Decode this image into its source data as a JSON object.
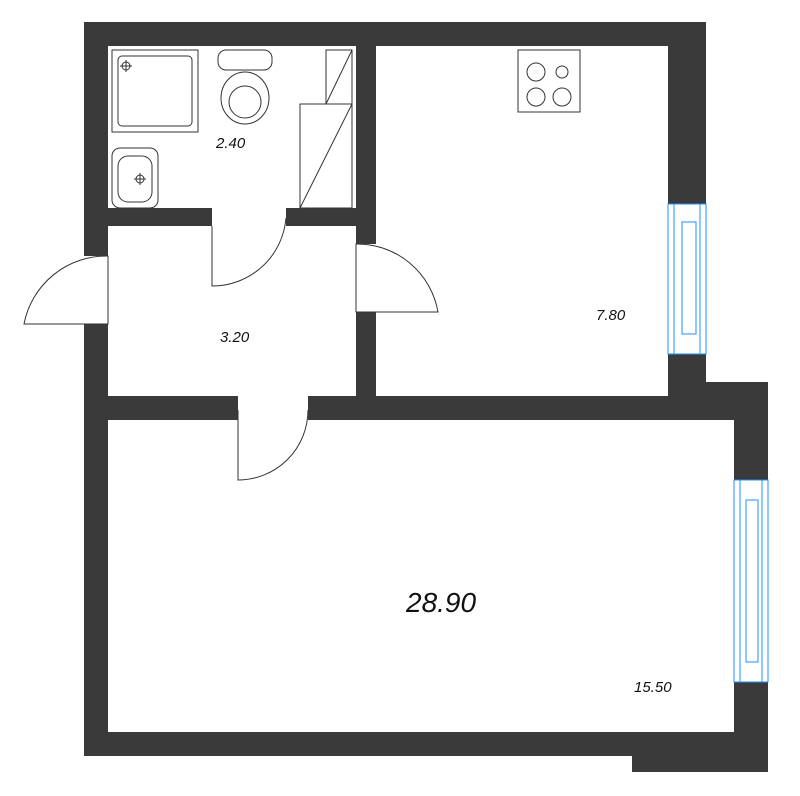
{
  "floorplan": {
    "total_area": "28.90",
    "rooms": {
      "bathroom_area": "2.40",
      "hallway_area": "3.20",
      "kitchen_area": "7.80",
      "living_room_area": "15.50"
    },
    "colors": {
      "wall": "#3a3a3a",
      "window": "#1e90ff",
      "fixture": "#333333",
      "background": "#ffffff"
    },
    "fixtures": [
      "shower-tray",
      "toilet",
      "sink",
      "washing-machine",
      "stove"
    ]
  }
}
